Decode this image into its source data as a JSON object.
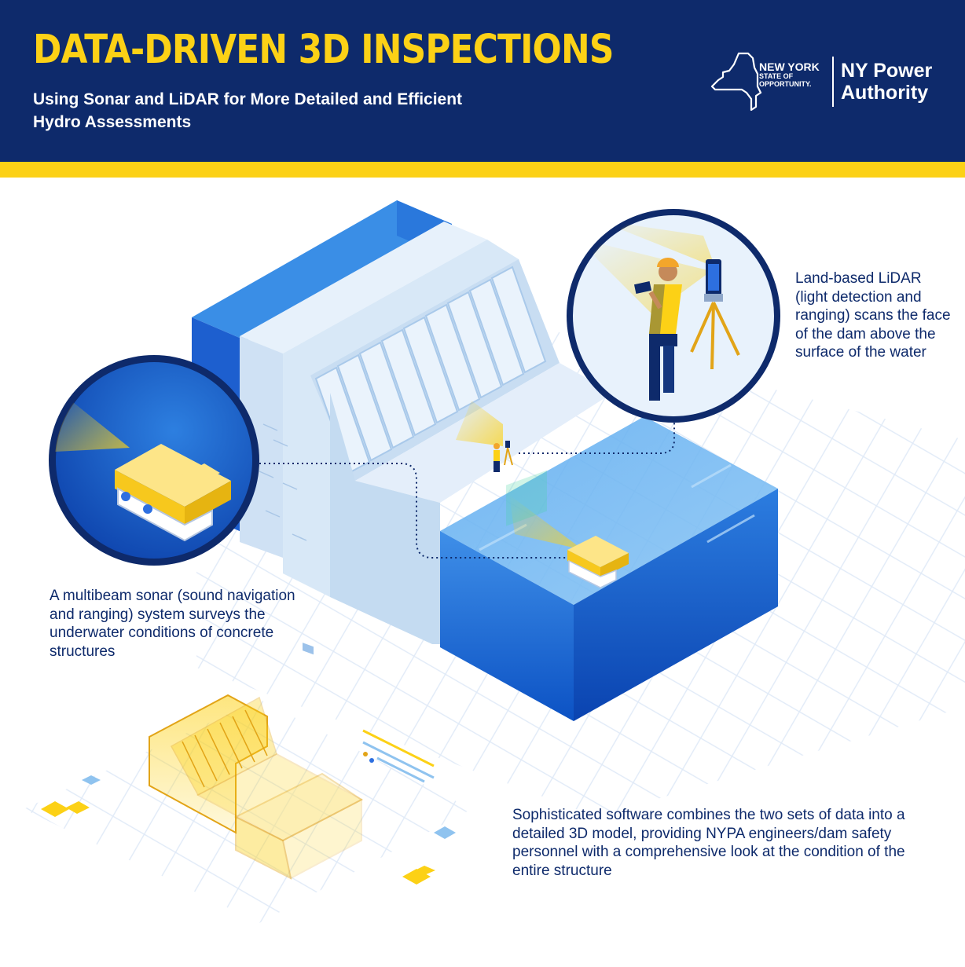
{
  "header": {
    "title": "DATA-DRIVEN 3D INSPECTIONS",
    "subtitle": "Using Sonar and LiDAR for More Detailed and Efficient Hydro Assessments"
  },
  "logo": {
    "state_line1": "NEW YORK",
    "state_line2": "STATE OF",
    "state_line3": "OPPORTUNITY.",
    "org_line1": "NY Power",
    "org_line2": "Authority"
  },
  "captions": {
    "lidar": "Land-based LiDAR (light detection and ranging) scans the face of the dam above the surface of the water",
    "sonar": "A multibeam sonar (sound navigation and ranging) system surveys the underwater conditions of concrete structures",
    "software": "Sophisticated software combines the two sets of data into a detailed 3D model, providing NYPA engineers/dam safety personnel with a comprehensive look at the condition of the entire structure"
  },
  "colors": {
    "navy": "#0e2a6b",
    "yellow": "#fcd116",
    "water_blue": "#1e6fd9",
    "concrete": "#dbe9f7"
  },
  "icons": [
    "ny-state-map-icon",
    "dam-icon",
    "sonar-rov-icon",
    "lidar-surveyor-icon",
    "tripod-scanner-icon",
    "3d-model-icon"
  ]
}
